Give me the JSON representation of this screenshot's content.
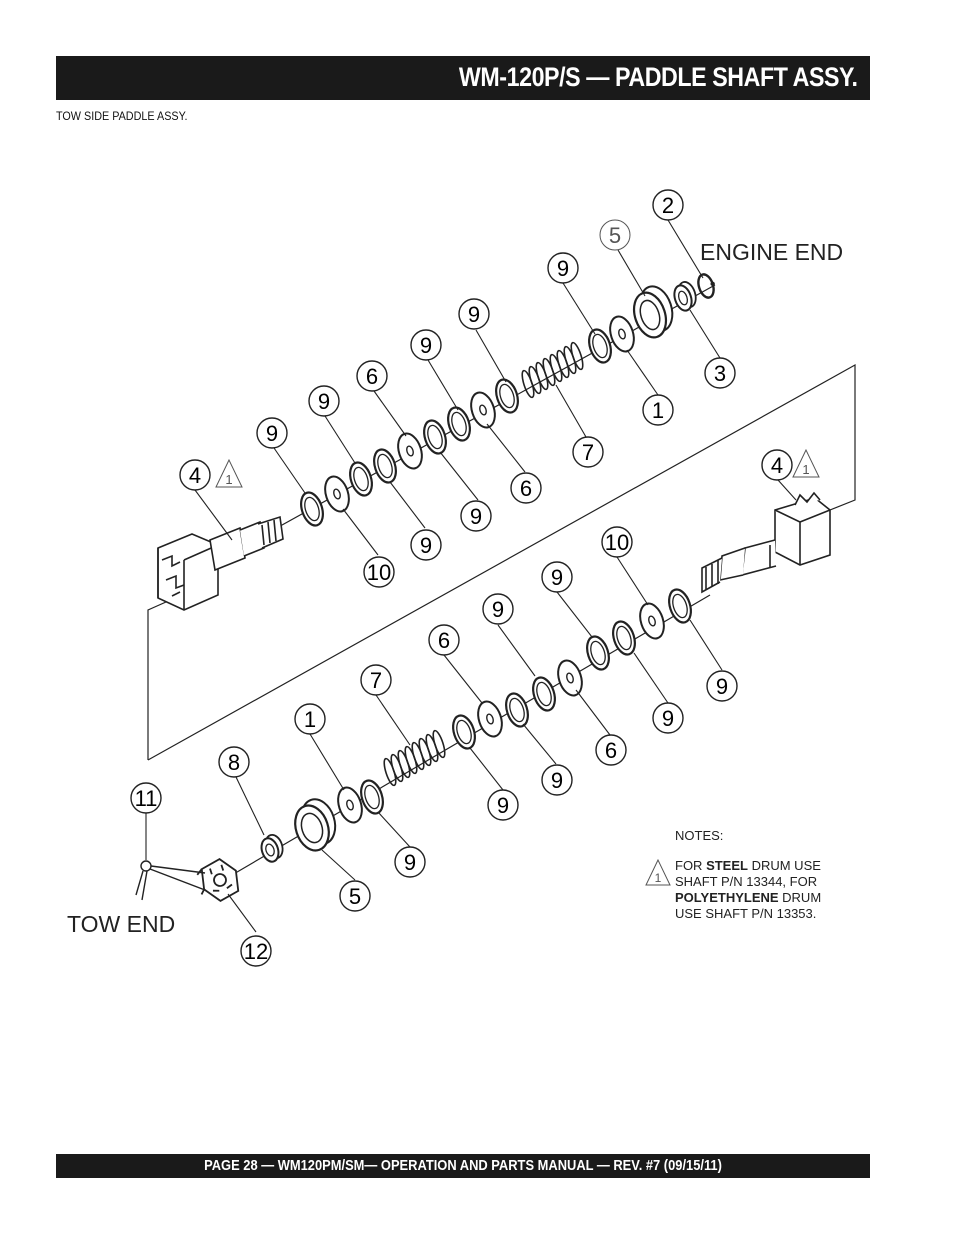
{
  "header": {
    "title": "WM-120P/S — PADDLE SHAFT  ASSY."
  },
  "subtitle": "TOW SIDE PADDLE ASSY.",
  "labels": {
    "engine_end": "ENGINE END",
    "tow_end": "TOW END"
  },
  "notes": {
    "title": "NOTES:",
    "marker": "1",
    "line1_a": "FOR ",
    "line1_b": "STEEL",
    "line1_c": " DRUM USE",
    "line2": "SHAFT P/N 13344, FOR",
    "line3_a": "POLYETHYLENE",
    "line3_b": " DRUM",
    "line4": "USE SHAFT P/N 13353."
  },
  "callouts": {
    "upper": [
      "2",
      "5",
      "9",
      "3",
      "1",
      "9",
      "7",
      "9",
      "6",
      "9",
      "6",
      "9",
      "9",
      "9",
      "9",
      "10",
      "4",
      "1"
    ],
    "lower": [
      "4",
      "1",
      "10",
      "9",
      "9",
      "9",
      "6",
      "9",
      "6",
      "7",
      "9",
      "1",
      "8",
      "11",
      "9",
      "5",
      "12"
    ]
  },
  "footer": {
    "text": "PAGE 28 —  WM120PM/SM— OPERATION AND PARTS MANUAL — REV. #7 (09/15/11)"
  }
}
